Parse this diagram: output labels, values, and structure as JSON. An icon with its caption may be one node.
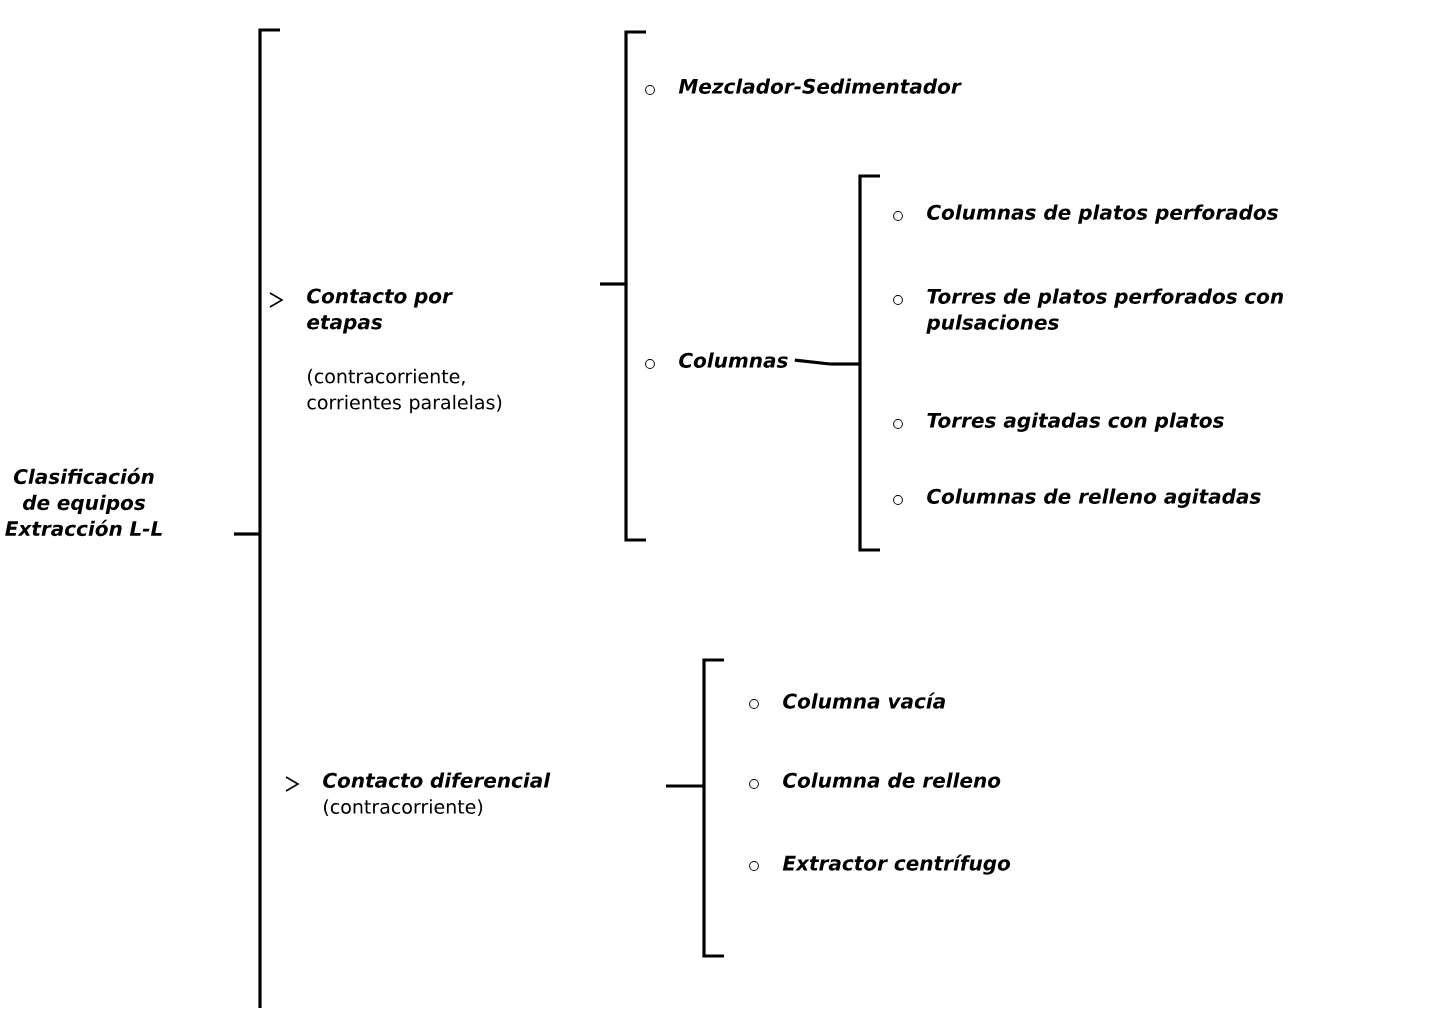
{
  "diagram": {
    "nodes": [
      {
        "text": [
          "Clasificación de equipos Extracción L-L"
        ]
      },
      {
        "text": [
          "Contacto por etapas",
          "(contracorriente, corrientes paralelas)"
        ]
      },
      {
        "text": [
          "Mezclador-Sedimentador"
        ]
      },
      {
        "text": [
          "Columnas"
        ]
      },
      {
        "text": [
          "Columnas de platos perforados"
        ]
      },
      {
        "text": [
          "Torres de platos perforados con pulsaciones"
        ]
      },
      {
        "text": [
          "Torres agitadas con platos"
        ]
      },
      {
        "text": [
          "Columnas de relleno agitadas"
        ]
      },
      {
        "text": [
          "Contacto diferencial",
          "(contracorriente)"
        ]
      },
      {
        "text": [
          "Columna vacía"
        ]
      },
      {
        "text": [
          "Columna de relleno"
        ]
      },
      {
        "text": [
          "Extractor centrífugo"
        ]
      }
    ]
  }
}
